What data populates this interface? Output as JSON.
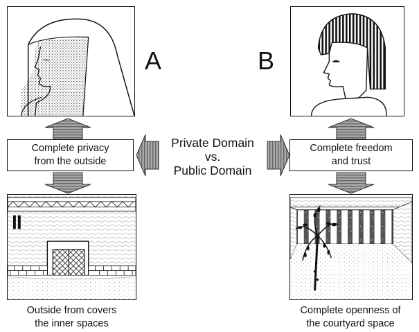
{
  "labels": {
    "letter_a": "A",
    "letter_b": "B",
    "center_line1": "Private Domain",
    "center_line2": "vs.",
    "center_line3": "Public Domain",
    "box_a_line1": "Complete privacy",
    "box_a_line2": "from the outside",
    "box_b_line1": "Complete freedom",
    "box_b_line2": "and trust",
    "caption_a_line1": "Outside from covers",
    "caption_a_line2": "the inner spaces",
    "caption_b_line1": "Complete openness of",
    "caption_b_line2": "the courtyard space"
  },
  "icons": {
    "face_a": "veiled-woman-profile-icon",
    "face_b": "striped-headdress-woman-profile-icon",
    "scene_a": "closed-walled-house-icon",
    "scene_b": "open-courtyard-with-palm-icon",
    "arrow": "striped-arrow-icon"
  },
  "colors": {
    "ink": "#111111",
    "paper": "#ffffff",
    "arrow_fill": "#9a9a9a"
  }
}
